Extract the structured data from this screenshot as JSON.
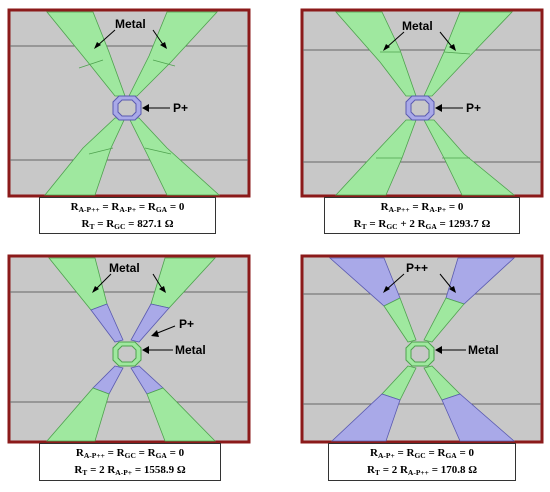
{
  "colors": {
    "gray": "#c8c8c8",
    "frame": "#8b1a1a",
    "metal": "#9fe89f",
    "metal_edge": "#4ea24e",
    "pplus": "#a9a9e8",
    "pplus_edge": "#5a5ab0"
  },
  "panels": [
    {
      "id": "a",
      "label_top": "Metal",
      "label_side": "P+",
      "eq1": {
        "a": "R",
        "a_sub": "A-P++",
        "b": " = R",
        "b_sub": "A-P+",
        "c": " = R",
        "c_sub": "GA",
        "d": " = 0"
      },
      "eq2": {
        "a": "R",
        "a_sub": "T",
        "b": " = R",
        "b_sub": "GC",
        "c": " = 827.1 Ω"
      }
    },
    {
      "id": "b",
      "label_top": "Metal",
      "label_side": "P+",
      "eq1": {
        "a": "R",
        "a_sub": "A-P++",
        "b": " = R",
        "b_sub": "A-P+",
        "c": " = 0"
      },
      "eq2": {
        "a": "R",
        "a_sub": "T",
        "b": " = R",
        "b_sub": "GC",
        "c": " + 2 R",
        "c_sub": "GA",
        "d": " = 1293.7 Ω"
      }
    },
    {
      "id": "c",
      "label_top": "Metal",
      "label_side1": "P+",
      "label_side2": "Metal",
      "eq1": {
        "a": "R",
        "a_sub": "A-P++",
        "b": " = R",
        "b_sub": "GC",
        "c": " = R",
        "c_sub": "GA",
        "d": " = 0"
      },
      "eq2": {
        "a": "R",
        "a_sub": "T",
        "b": " = 2 R",
        "b_sub": "A-P+",
        "c": " = 1558.9 Ω"
      }
    },
    {
      "id": "d",
      "label_top": "P++",
      "label_side": "Metal",
      "eq1": {
        "a": "R",
        "a_sub": "A-P+",
        "b": " = R",
        "b_sub": "GC",
        "c": " = R",
        "c_sub": "GA",
        "d": " = 0"
      },
      "eq2": {
        "a": "R",
        "a_sub": "T",
        "b": " = 2 R",
        "b_sub": "A-P++",
        "c": " = 170.8 Ω"
      }
    }
  ]
}
